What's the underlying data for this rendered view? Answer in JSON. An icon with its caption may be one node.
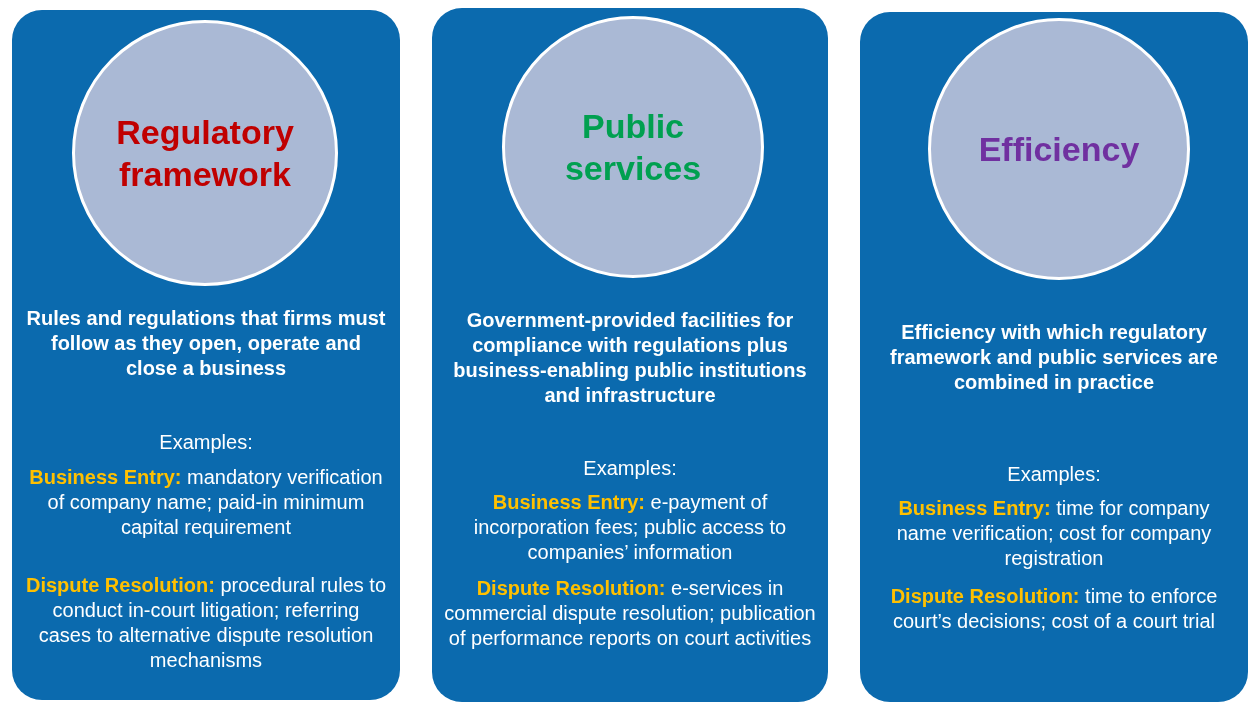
{
  "diagram": {
    "nodes": [
      {
        "text": [
          "Rules and regulations that firms must follow as they open, operate and close a business",
          "Examples:",
          "**Business Entry:** mandatory verification of company name; paid-in minimum capital requirement",
          "**Dispute Resolution:** procedural rules to conduct in-court litigation; referring cases to alternative dispute resolution mechanisms"
        ]
      },
      {
        "text": [
          "Regulatory framework"
        ],
        "in": 0
      },
      {
        "text": [
          "Government-provided facilities for compliance with regulations plus business-enabling public institutions and infrastructure",
          "Examples:",
          "**Business Entry:** e-payment of incorporation fees; public access to companies’ information",
          "**Dispute Resolution:** e-services in commercial dispute resolution; publication of performance reports on court activities"
        ]
      },
      {
        "text": [
          "Public services"
        ],
        "in": 2
      },
      {
        "text": [
          "Efficiency with which regulatory framework and public services are combined in practice",
          "Examples:",
          "**Business Entry:** time for company name verification; cost for company registration",
          "**Dispute Resolution:** time to enforce court’s decisions; cost of a court trial"
        ]
      },
      {
        "text": [
          "Efficiency"
        ],
        "in": 4
      }
    ],
    "edges": []
  }
}
